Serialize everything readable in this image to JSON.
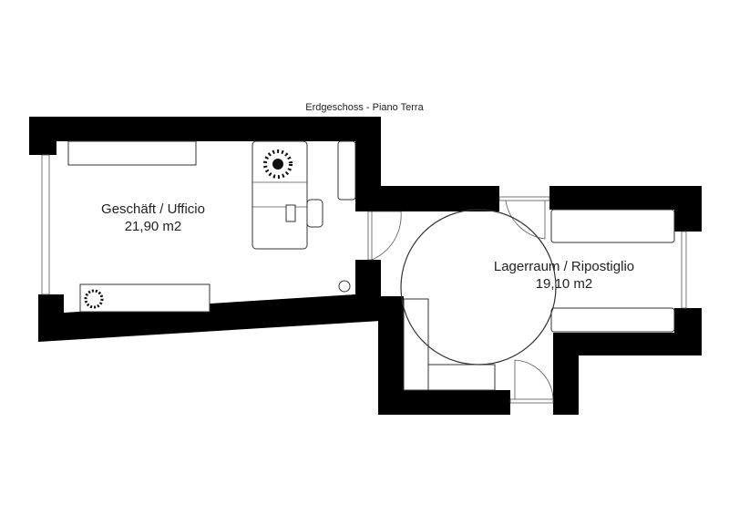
{
  "plan": {
    "title": "Erdgeschoss - Piano Terra",
    "rooms": [
      {
        "name": "Geschäft / Ufficio",
        "area": "21,90 m2"
      },
      {
        "name": "Lagerraum / Ripostiglio",
        "area": "19,10 m2"
      }
    ]
  }
}
